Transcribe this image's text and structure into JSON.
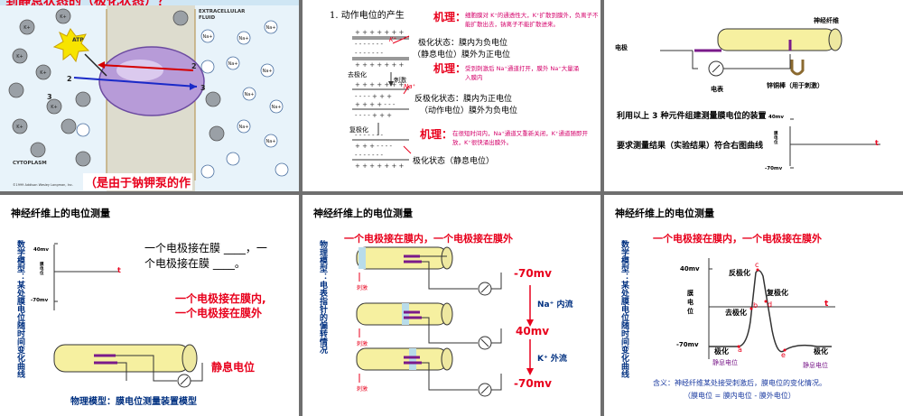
{
  "s1": {
    "title_top": "到静息状态的（极化状态）？",
    "extracellular": "EXTRACELLULAR\nFLUID",
    "cytoplasm": "CYTOPLASM",
    "atp": "ATP",
    "k_ion": "K+",
    "na_ion": "Na+",
    "num2": "2",
    "num3": "3",
    "copyright": "©1999 Addison Wesley Longman, Inc.",
    "caption": "（是由于钠钾泵的作"
  },
  "s2": {
    "heading": "1. 动作电位的产生",
    "m1_title": "机理：",
    "m1_text": "细胞膜对 K⁺的通透性大，K⁺扩散到膜外，负离子不能扩散出去，钠离子不能扩散进来。",
    "pol_1": "极化状态：膜内为负电位",
    "pol_2": "（静息电位）膜外为正电位",
    "m2_title": "机理：",
    "m2_text": "受到刺激后 Na⁺通道打开，膜外 Na⁺大量涌入膜内",
    "depol_label": "去极化",
    "stim_label": "刺激",
    "na_label": "Na⁺",
    "k_label": "K⁺",
    "rev_1": "反极化状态：膜内为正电位",
    "rev_2": "（动作电位）膜外为负电位",
    "m3_title": "机理：",
    "m3_text": "在很短时间内，Na⁺通道又重新关闭，K⁺通道随即开放，K⁺很快涌出膜外。",
    "repol_label": "复极化",
    "pol_final": "极化状态（静息电位）"
  },
  "s3": {
    "nerve_fiber": "神经纤维",
    "electrode": "电极",
    "meter": "电表",
    "stimulator": "锌铜棒（用于刺激）",
    "text_1": "利用以上 3 种元件组建测量膜电位的装置",
    "text_2": "要求测量结果（实验结果）符合右图曲线",
    "y_top": "40mv",
    "y_bottom": "-70mv",
    "y_axis": "膜电位",
    "x_axis": "t"
  },
  "s4": {
    "title": "神经纤维上的电位测量",
    "side": "数学模型：某处膜电位随时间变化曲线",
    "y_top": "40mv",
    "y_bottom": "-70mv",
    "y_axis": "膜电位",
    "x_axis": "t",
    "q_line1": "一个电极接在膜 ____，一",
    "q_line2": "个电极接在膜 ____。",
    "ans_line1": "一个电极接在膜内,",
    "ans_line2": "一个电极接在膜外",
    "rest_label": "静息电位",
    "model_caption": "物理模型：膜电位测量装置模型"
  },
  "s5": {
    "title": "神经纤维上的电位测量",
    "side": "物理模型：电表指针的偏转情况",
    "top_text": "一个电极接在膜内，一个电极接在膜外",
    "stim": "刺激",
    "v1": "-70mv",
    "na_in": "Na⁺ 内流",
    "v2": "40mv",
    "k_out": "K⁺ 外流",
    "v3": "-70mv"
  },
  "s6": {
    "title": "神经纤维上的电位测量",
    "side": "数学模型：某处膜电位随时间变化曲线",
    "top_text": "一个电极接在膜内，一个电极接在膜外",
    "y_top": "40mv",
    "y_bottom": "-70mv",
    "y_axis": "膜电位",
    "x_axis": "t",
    "rev_label": "反极化",
    "depol_label": "去极化",
    "repol_label": "复极化",
    "pol_label": "极化",
    "rest_label": "静息电位",
    "points": [
      "a",
      "b",
      "c",
      "d",
      "e"
    ],
    "meaning_1": "含义：神经纤维某处接受刺激后，膜电位的变化情况。",
    "meaning_2": "（膜电位 = 膜内电位 - 膜外电位）"
  },
  "colors": {
    "red": "#e8001c",
    "magenta": "#d4006a",
    "fiber": "#f6f0a0",
    "purple": "#7a1a8a"
  }
}
